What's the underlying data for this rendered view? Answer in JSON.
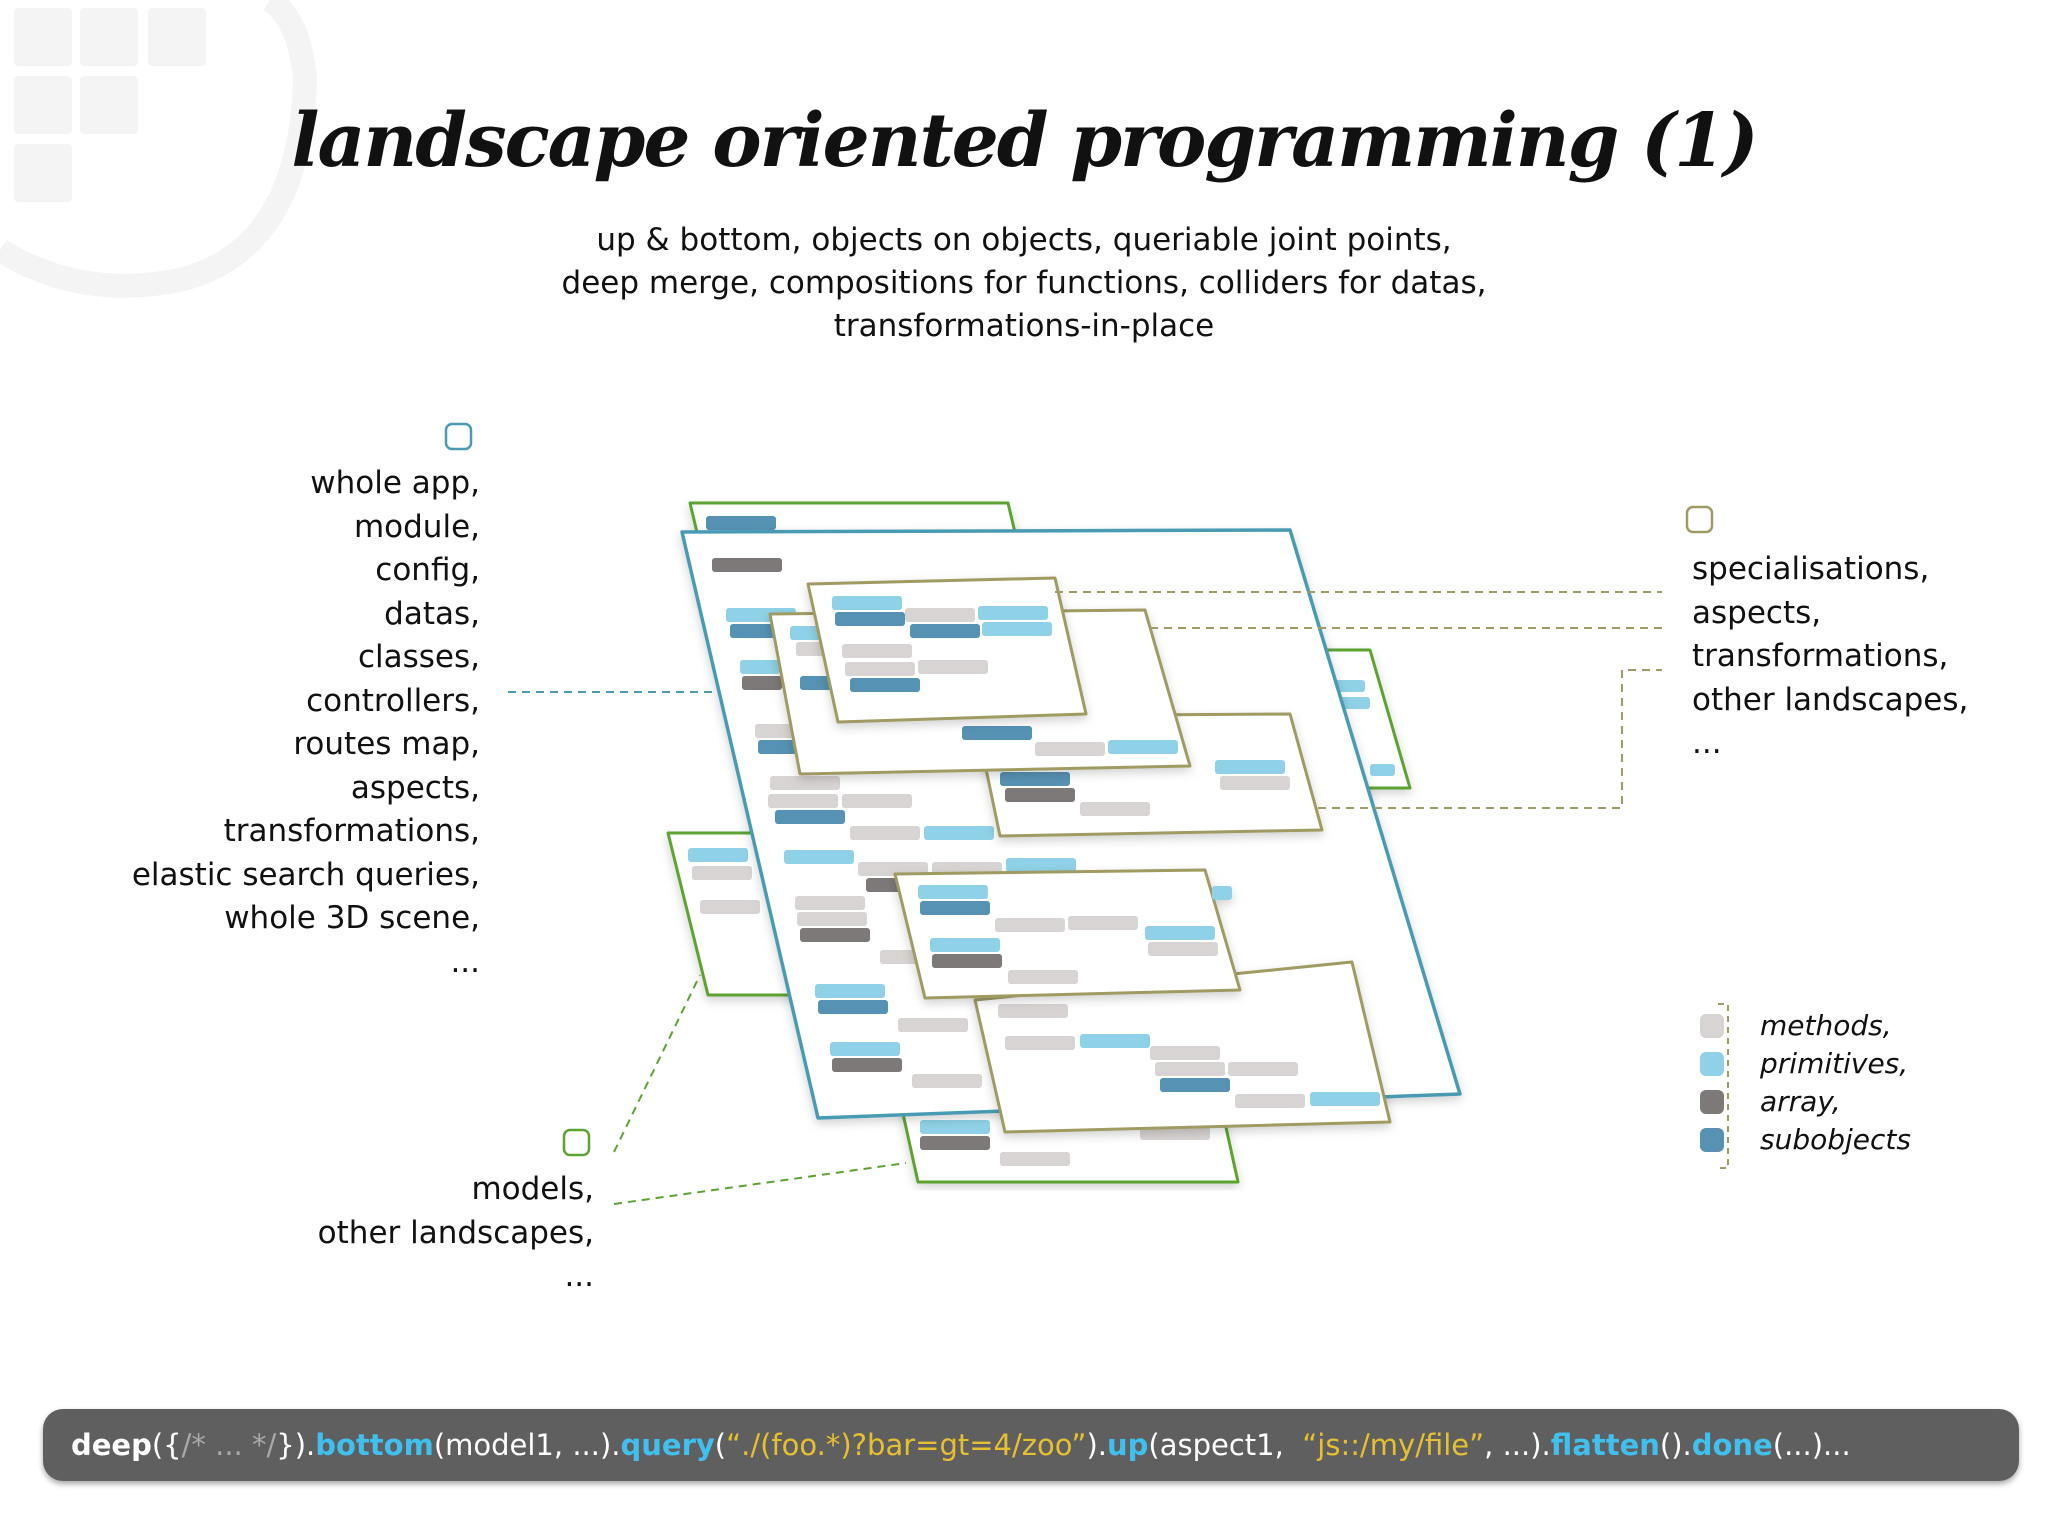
{
  "title": "landscape oriented programming (1)",
  "subtitle_lines": [
    "up & bottom, objects on objects, queriable joint points,",
    "deep merge, compositions for functions, colliders for datas,",
    "transformations-in-place"
  ],
  "left_labels": [
    "whole app,",
    "module,",
    "config,",
    "datas,",
    "classes,",
    "controllers,",
    "routes map,",
    "aspects,",
    "transformations,",
    "elastic search queries,",
    "whole 3D scene,",
    "..."
  ],
  "bottom_labels": [
    "models,",
    "other landscapes,",
    "..."
  ],
  "right_labels": [
    "specialisations,",
    "aspects,",
    "transformations,",
    "other landscapes,",
    "..."
  ],
  "legend": [
    {
      "label": "methods,",
      "color": "#d8d4d3"
    },
    {
      "label": "primitives,",
      "color": "#8fd1e6"
    },
    {
      "label": "array,",
      "color": "#7c7978"
    },
    {
      "label": "subobjects",
      "color": "#5792b3"
    }
  ],
  "colors": {
    "blue_frame": "#4a9bb3",
    "green_frame": "#5ca332",
    "olive_frame": "#a09a64",
    "code_background": "#5f5f5f",
    "code_function": "#3fc0ee",
    "code_string": "#e7c030"
  },
  "code": {
    "s1": "deep",
    "s2": "({ ",
    "s3": "/* ... */",
    "s4": " }).",
    "s5": "bottom",
    "s6": "(model1, ...).",
    "s7": "query",
    "s8": "(",
    "s9": "“./(foo.*)?bar=gt=4/zoo”",
    "s10": ").",
    "s11": "up",
    "s12": "(aspect1,  ",
    "s13": "“js::/my/file”",
    "s14": ", ...).",
    "s15": "flatten",
    "s16": "().",
    "s17": "done",
    "s18": "(...)..."
  }
}
